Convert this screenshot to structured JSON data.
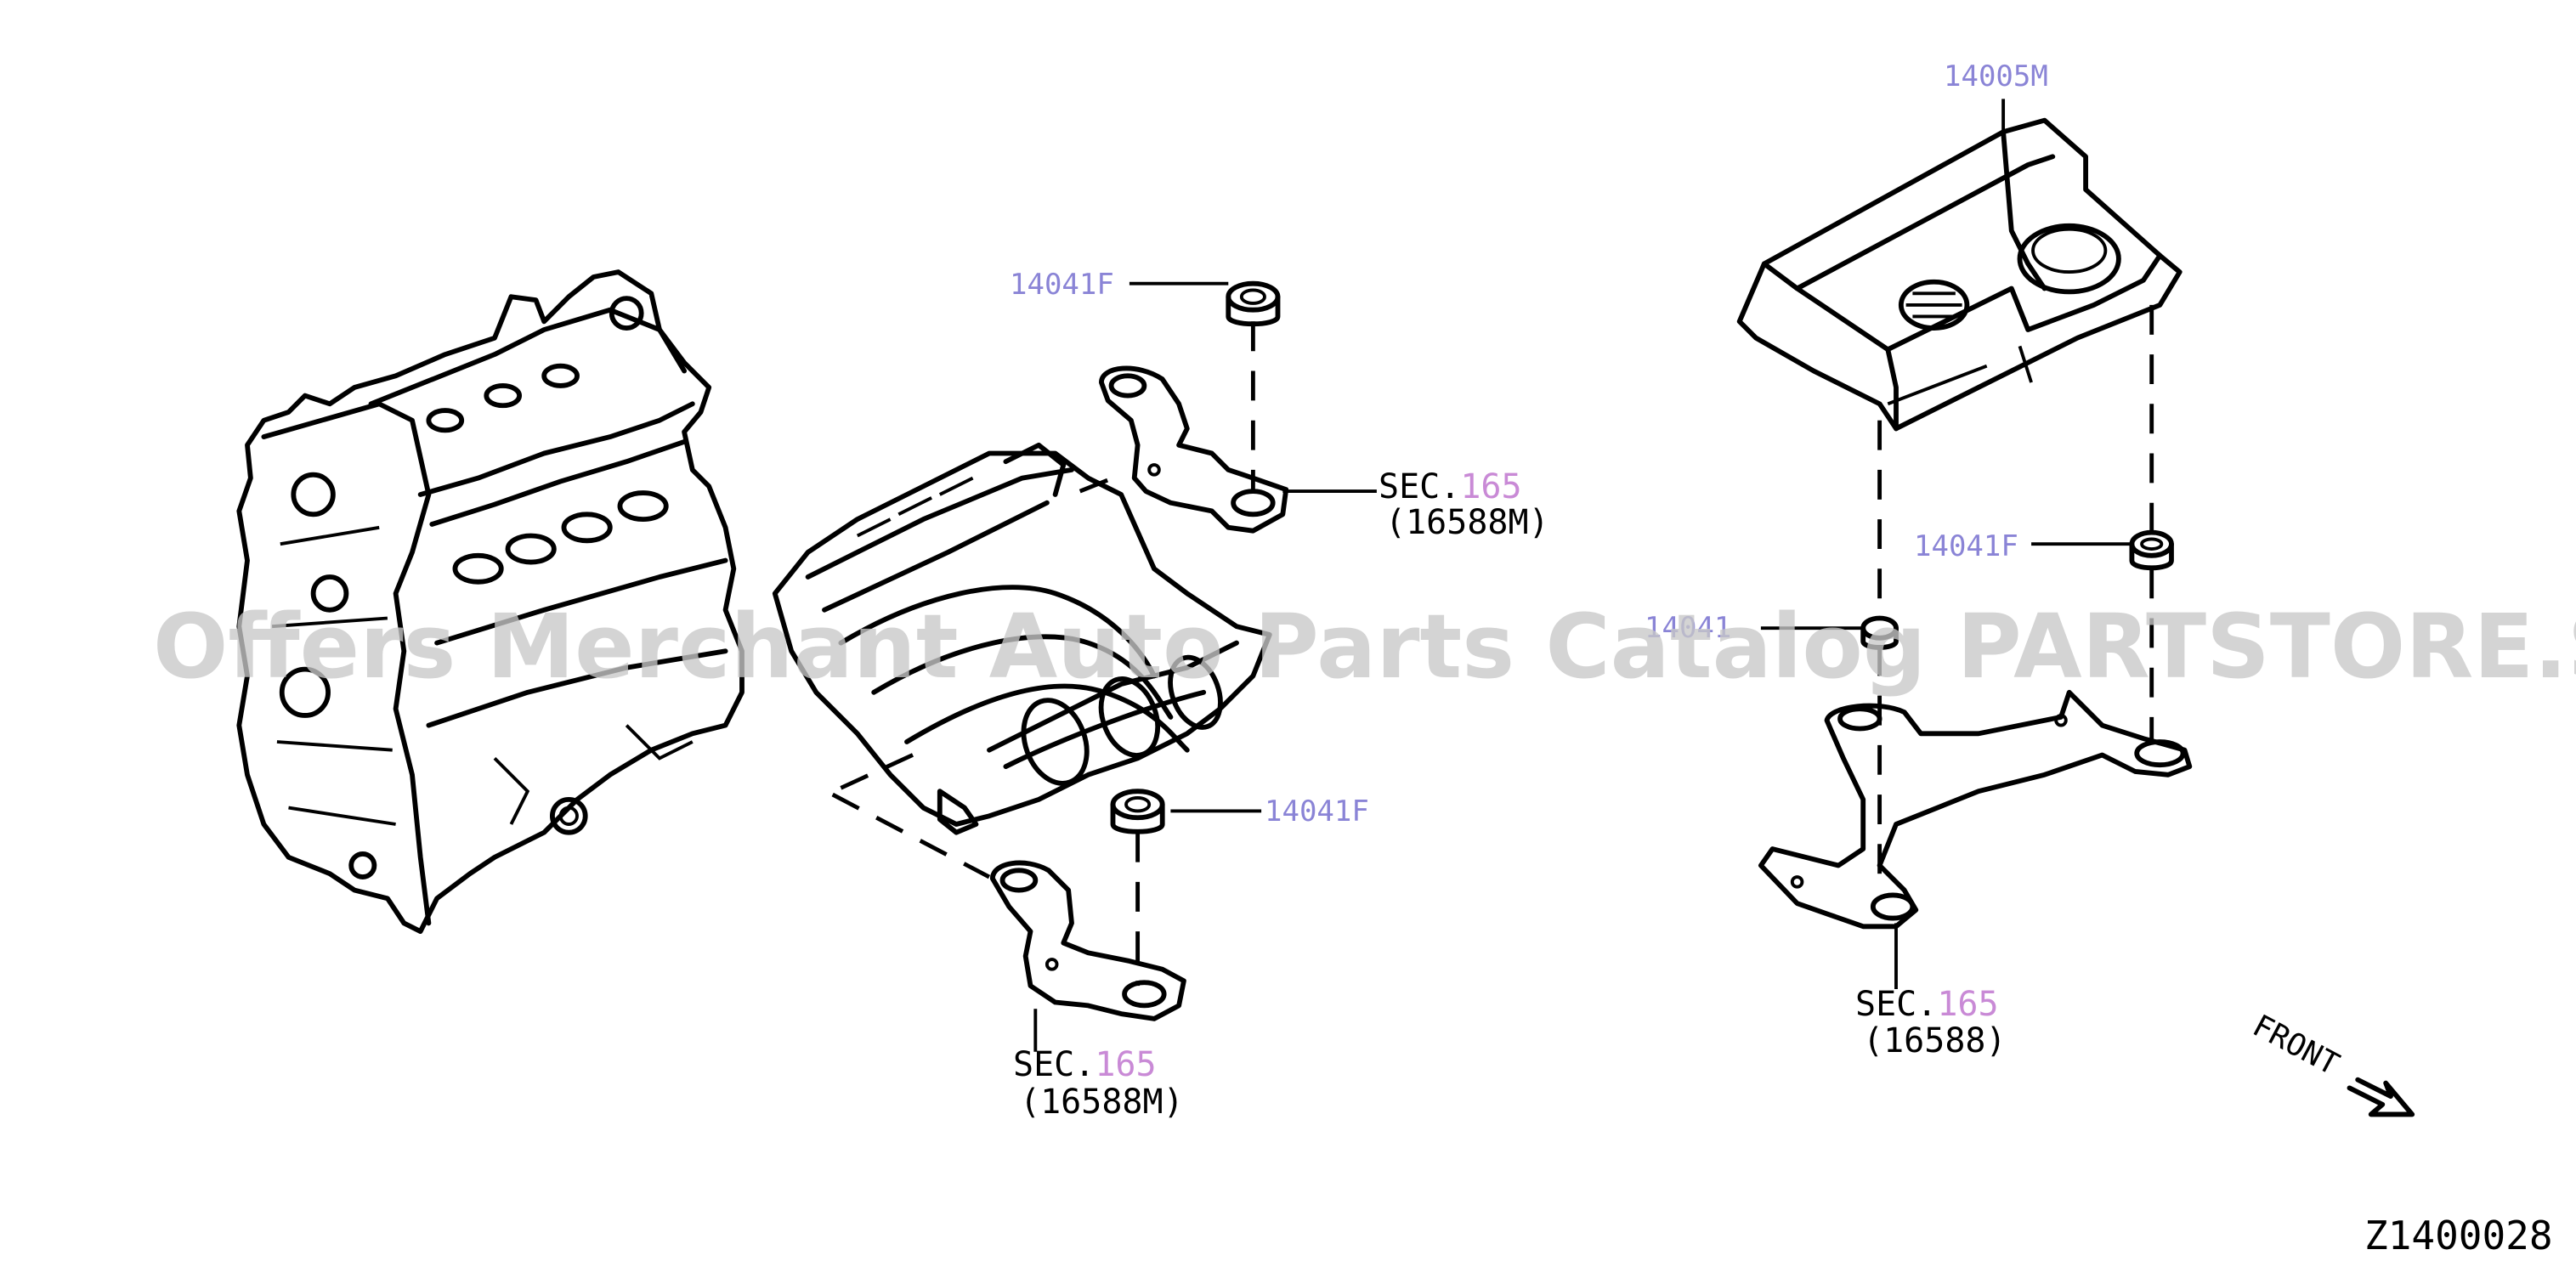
{
  "diagram_code": "Z1400028",
  "watermark": "Offers Merchant Auto Parts Catalog PARTSTORE.SA",
  "direction_label": "FRONT",
  "parts": {
    "cover": "14005M",
    "grommet_top_left": "14041F",
    "grommet_mid_left": "14041F",
    "grommet_right": "14041F",
    "grommet_center": "14041"
  },
  "sections": [
    {
      "prefix": "SEC.",
      "num": "165",
      "ref": "(16588M)"
    },
    {
      "prefix": "SEC.",
      "num": "165",
      "ref": "(16588M)"
    },
    {
      "prefix": "SEC.",
      "num": "165",
      "ref": "(16588)"
    }
  ]
}
